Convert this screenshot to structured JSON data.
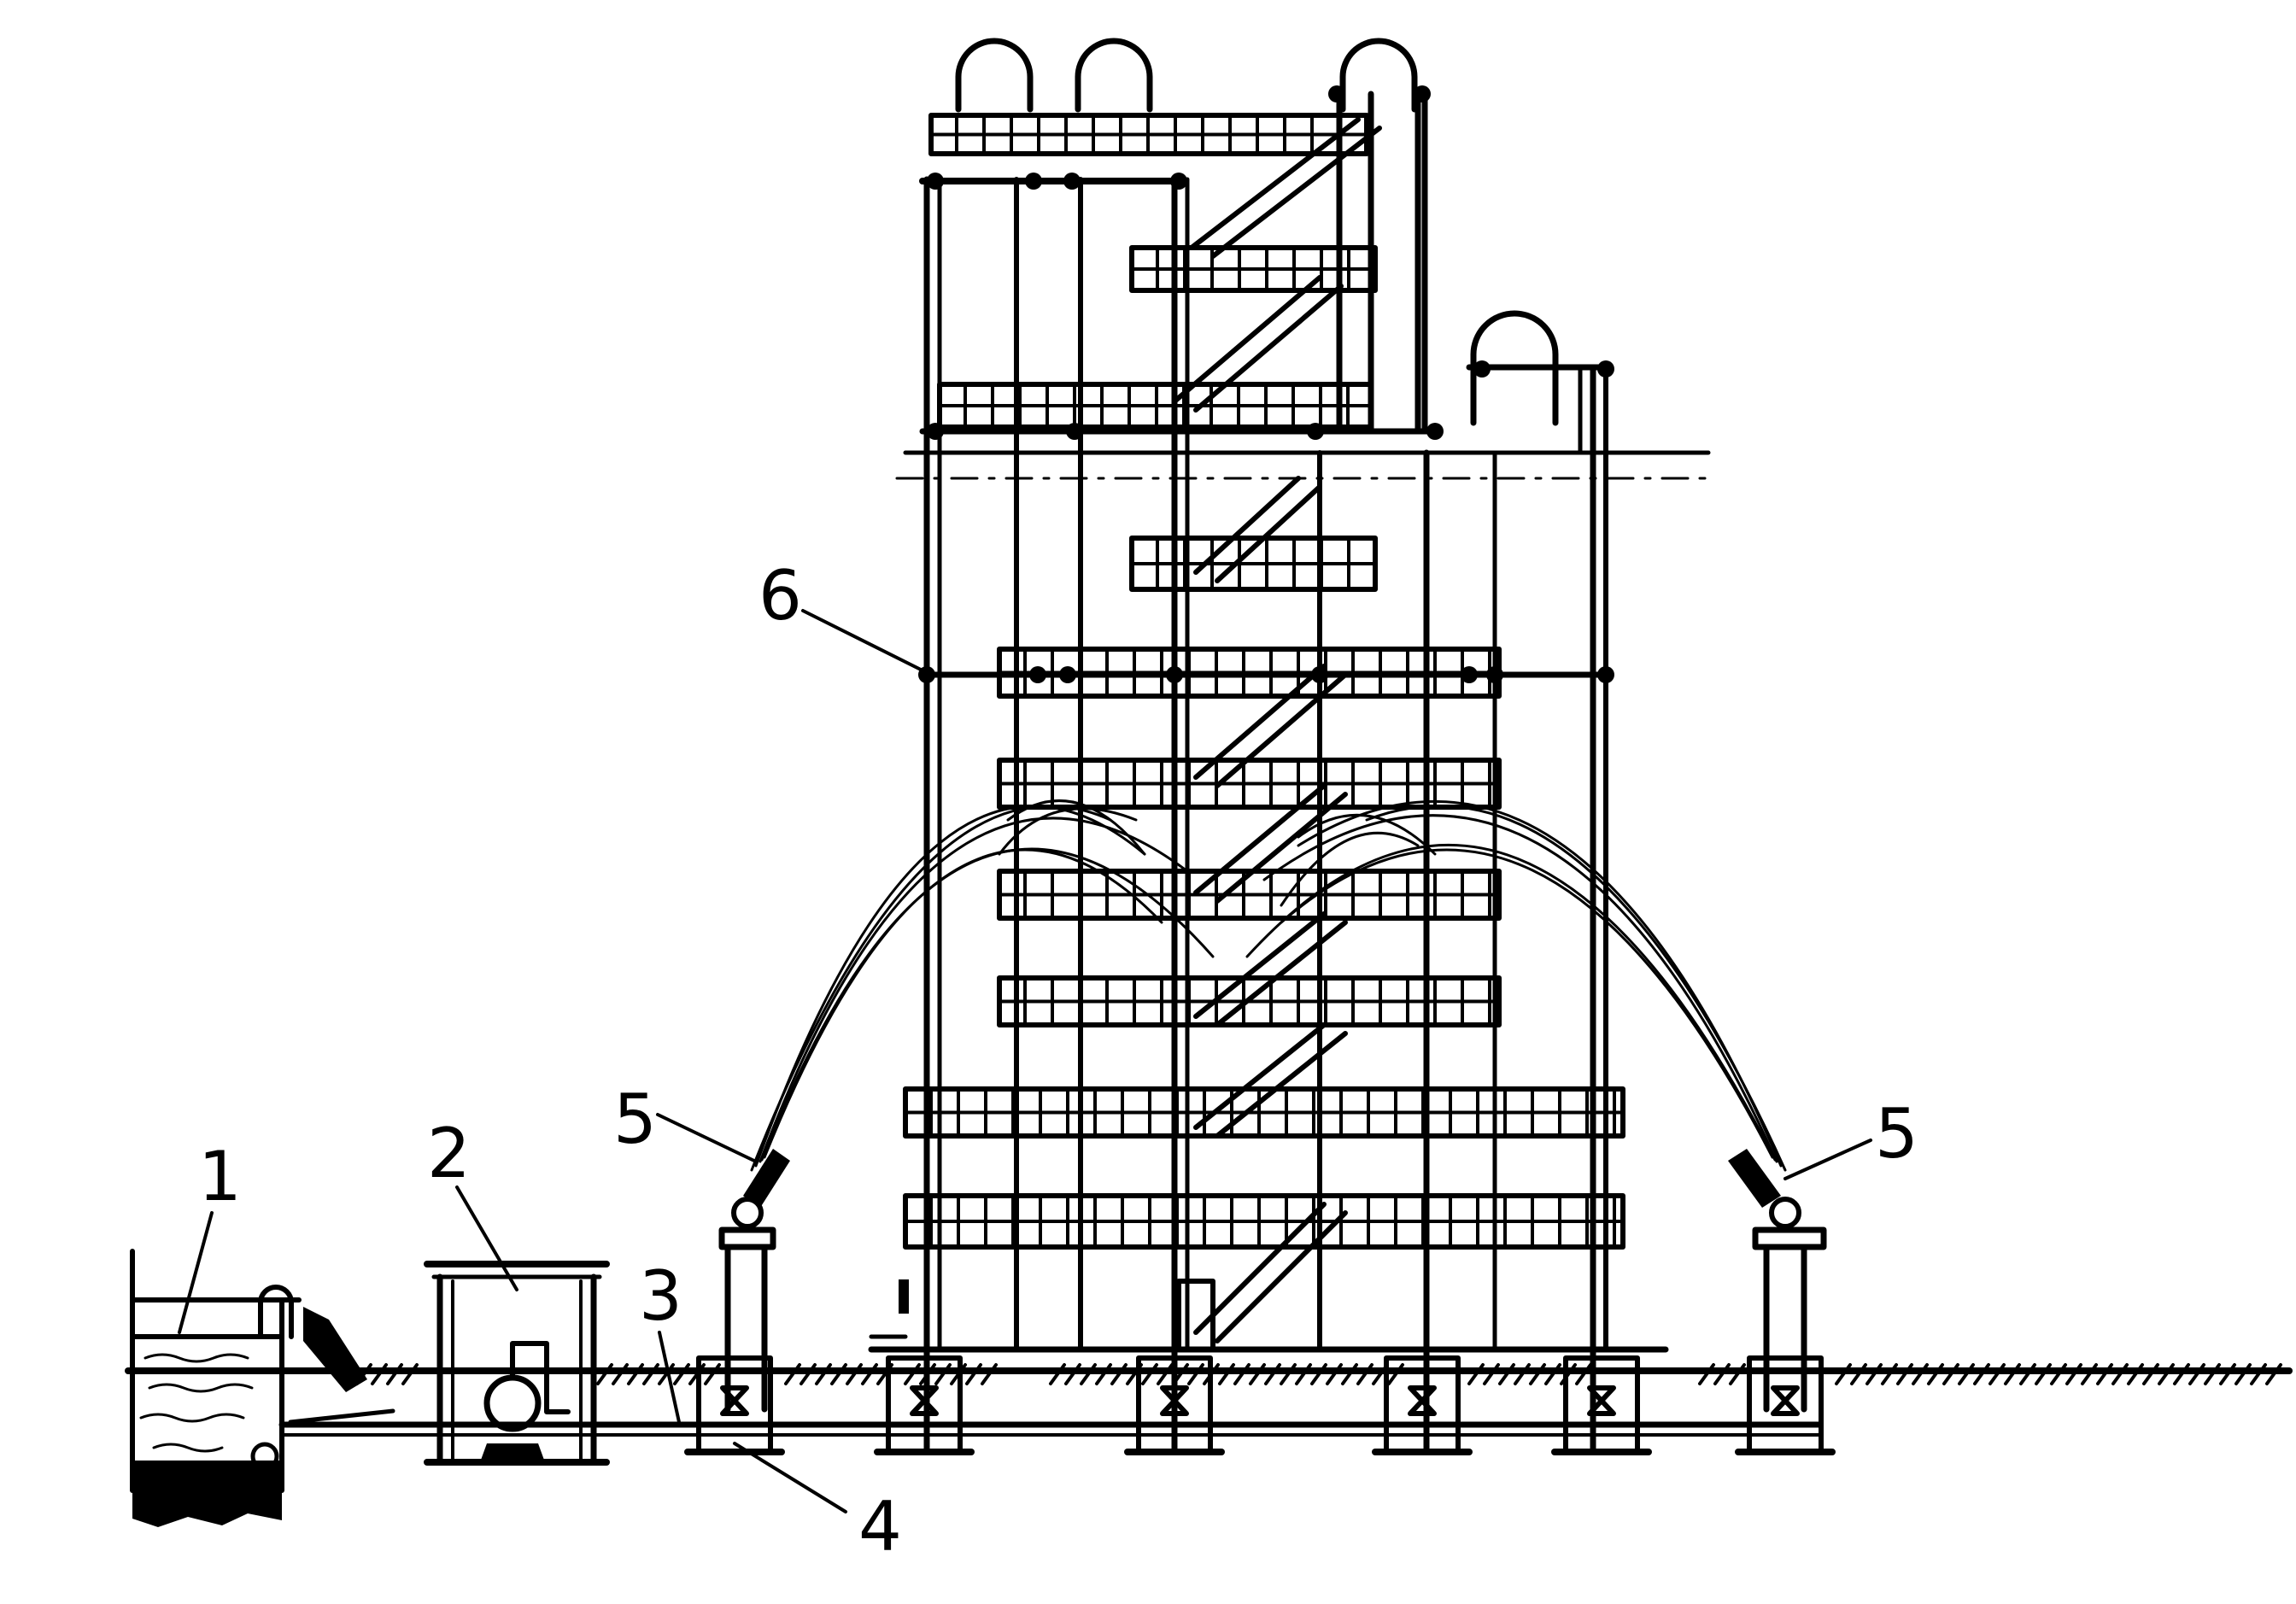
{
  "diagram": {
    "labels": {
      "reservoir": "1",
      "pump_house": "2",
      "supply_pipe": "3",
      "valve_well": "4",
      "monitor_left": "5",
      "monitor_right": "5",
      "fixed_spray_ring": "6"
    }
  },
  "colors": {
    "ink": "#000000",
    "background": "#ffffff"
  }
}
